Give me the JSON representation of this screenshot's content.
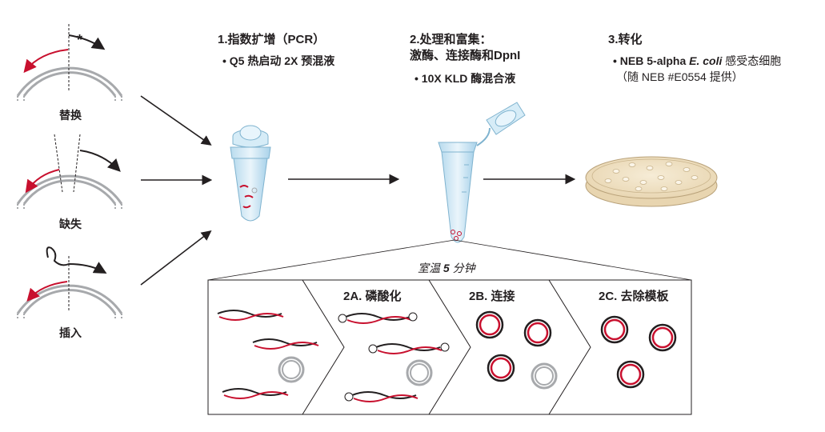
{
  "mutations": [
    {
      "label": "替换"
    },
    {
      "label": "缺失"
    },
    {
      "label": "插入"
    }
  ],
  "steps": [
    {
      "title": "1.指数扩增（PCR）",
      "items": [
        "• Q5 热启动 2X 预混液"
      ]
    },
    {
      "title": "2.处理和富集：",
      "subtitle": "激酶、连接酶和DpnI",
      "items": [
        "• 10X KLD 酶混合液"
      ]
    },
    {
      "title": "3.转化",
      "item_prefix": "•  NEB 5-alpha ",
      "item_italic": "E. coli",
      "item_suffix": " 感受态细胞",
      "item_line2": "（随 NEB #E0554 提供）"
    }
  ],
  "incubation": {
    "prefix": "室温 ",
    "number": "5",
    "suffix": " 分钟"
  },
  "panels": [
    {
      "title": ""
    },
    {
      "title": "2A. 磷酸化"
    },
    {
      "title": "2B. 连接"
    },
    {
      "title": "2C. 去除模板"
    }
  ],
  "colors": {
    "red": "#c8102e",
    "black": "#231f20",
    "gray": "#a7a9ac",
    "tube": "#cfe6f2"
  }
}
